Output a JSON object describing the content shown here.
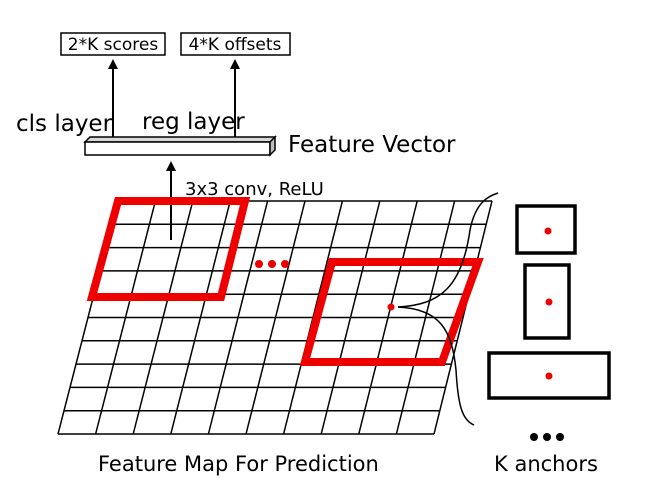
{
  "outputs": {
    "scores_label": "2*K scores",
    "offsets_label": "4*K offsets"
  },
  "layers": {
    "cls_label": "cls layer",
    "reg_label": "reg layer"
  },
  "feature_vector": {
    "label": "Feature Vector"
  },
  "conv": {
    "label": "3x3 conv, ReLU"
  },
  "feature_map": {
    "label": "Feature Map For Prediction",
    "ellipsis": "•••"
  },
  "anchors": {
    "label": "K anchors",
    "ellipsis": "•••"
  },
  "colors": {
    "highlight": "#ee0000",
    "line": "#000000",
    "background": "#ffffff"
  }
}
